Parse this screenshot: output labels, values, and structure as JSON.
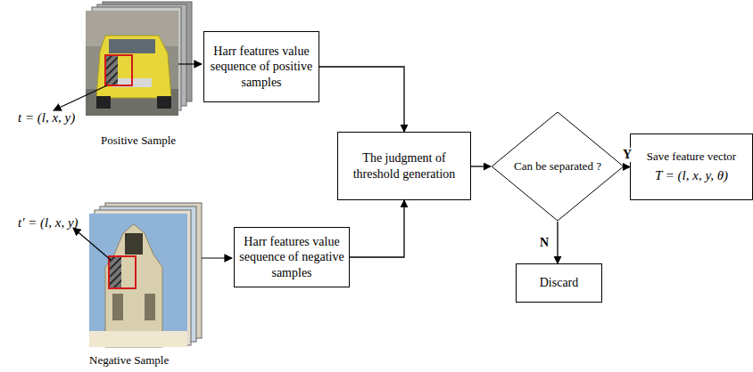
{
  "diagram": {
    "nodes": [
      {
        "text": [
          "Harr features value sequence of positive samples"
        ]
      },
      {
        "text": [
          "Harr features value sequence of negative samples"
        ]
      },
      {
        "text": [
          "The judgment of threshold generation"
        ]
      },
      {
        "text": [
          "Can be separated ?"
        ]
      },
      {
        "text": [
          "Save feature vector",
          "T = (l, x, y, θ)"
        ]
      },
      {
        "text": [
          "Discard"
        ]
      }
    ],
    "edges": [
      {
        "from": 0,
        "to": 2,
        "arrow": "to"
      },
      {
        "from": 1,
        "to": 2,
        "arrow": "to"
      },
      {
        "from": 2,
        "to": 3,
        "arrow": "to"
      },
      {
        "from": 3,
        "to": 4,
        "label": "Y",
        "arrow": "to"
      },
      {
        "from": 3,
        "to": 5,
        "label": "N",
        "arrow": "to"
      }
    ],
    "labels": [
      "t = (l, x, y)",
      "Positive Sample",
      "t′ = (l, x, y)",
      "Negative Sample"
    ]
  }
}
